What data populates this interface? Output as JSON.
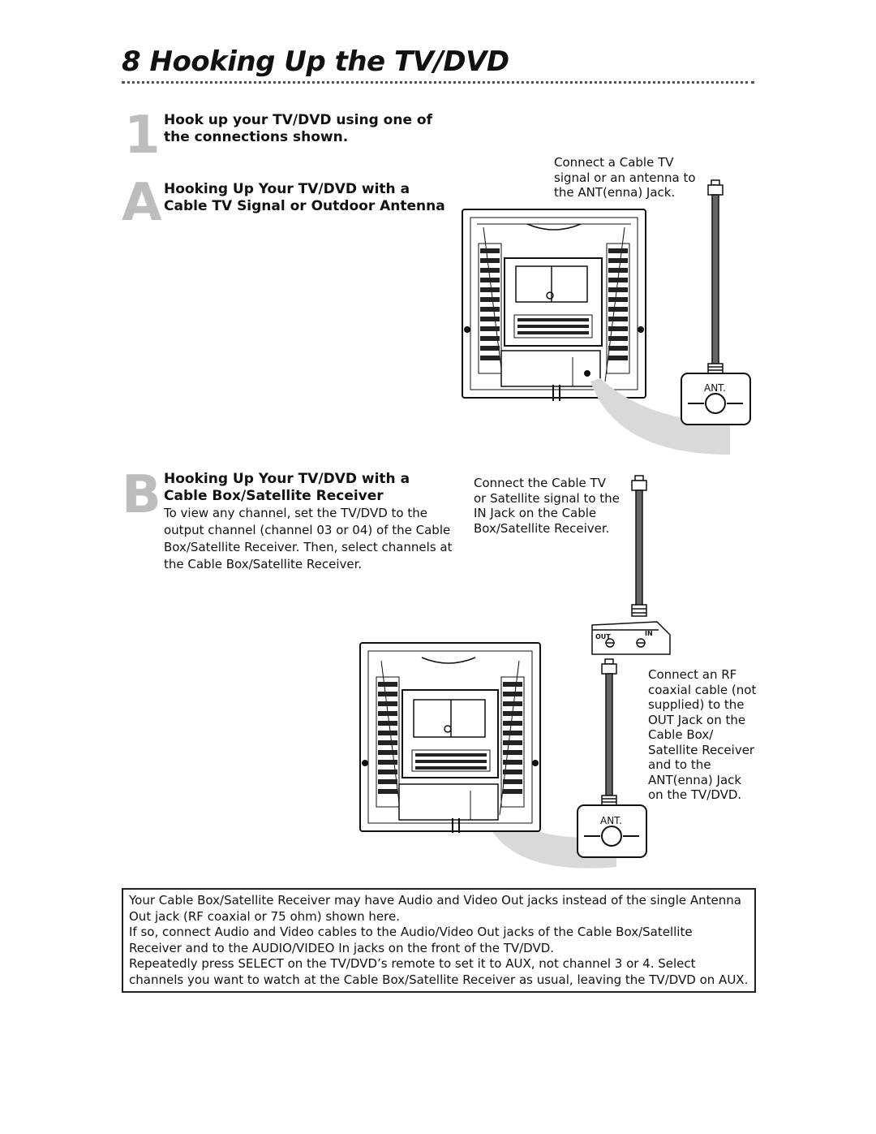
{
  "page": {
    "title": "8 Hooking Up the TV/DVD"
  },
  "step1": {
    "number": "1",
    "line1": "Hook up your TV/DVD using one of",
    "line2": "the connections shown."
  },
  "sectionA": {
    "letter": "A",
    "line1": "Hooking Up Your TV/DVD with a",
    "line2": "Cable TV Signal or Outdoor Antenna",
    "caption": [
      "Connect a Cable TV",
      "signal or an antenna to",
      "the ANT(enna) Jack."
    ],
    "jack_label": "ANT."
  },
  "sectionB": {
    "letter": "B",
    "line1": "Hooking Up Your TV/DVD with a",
    "line2": "Cable Box/Satellite Receiver",
    "body": [
      "To view any channel, set the TV/DVD to the",
      "output channel (channel 03 or 04) of the Cable",
      "Box/Satellite Receiver.  Then, select channels at",
      "the Cable Box/Satellite Receiver."
    ],
    "caption_top": [
      "Connect the Cable TV",
      "or Satellite signal to the",
      "IN Jack on the Cable",
      "Box/Satellite Receiver."
    ],
    "box_out_label": "OUT",
    "box_in_label": "IN",
    "caption_side": [
      "Connect an RF",
      "coaxial cable (not",
      "supplied) to the",
      "OUT Jack on the",
      "Cable Box/",
      "Satellite Receiver",
      "and to the",
      "ANT(enna) Jack",
      "on the TV/DVD."
    ],
    "jack_label": "ANT."
  },
  "note": {
    "paragraphs": [
      "Your Cable Box/Satellite Receiver may have Audio and Video Out jacks instead of the single Antenna Out jack (RF coaxial or 75 ohm) shown here.",
      "If so, connect Audio and Video cables to the Audio/Video Out jacks of the Cable Box/Satellite Receiver and to the AUDIO/VIDEO In jacks on the front of the TV/DVD.",
      "Repeatedly press SELECT on the TV/DVD’s remote to set it to AUX, not channel 3 or 4.  Select channels you want to watch at the Cable Box/Satellite Receiver as usual, leaving the TV/DVD on AUX."
    ]
  },
  "icons": {
    "tv_back": "tv-rear-panel-icon",
    "coax_cable": "coaxial-cable-icon",
    "antenna_jack": "antenna-jack-icon",
    "cable_box": "cable-box-icon"
  }
}
